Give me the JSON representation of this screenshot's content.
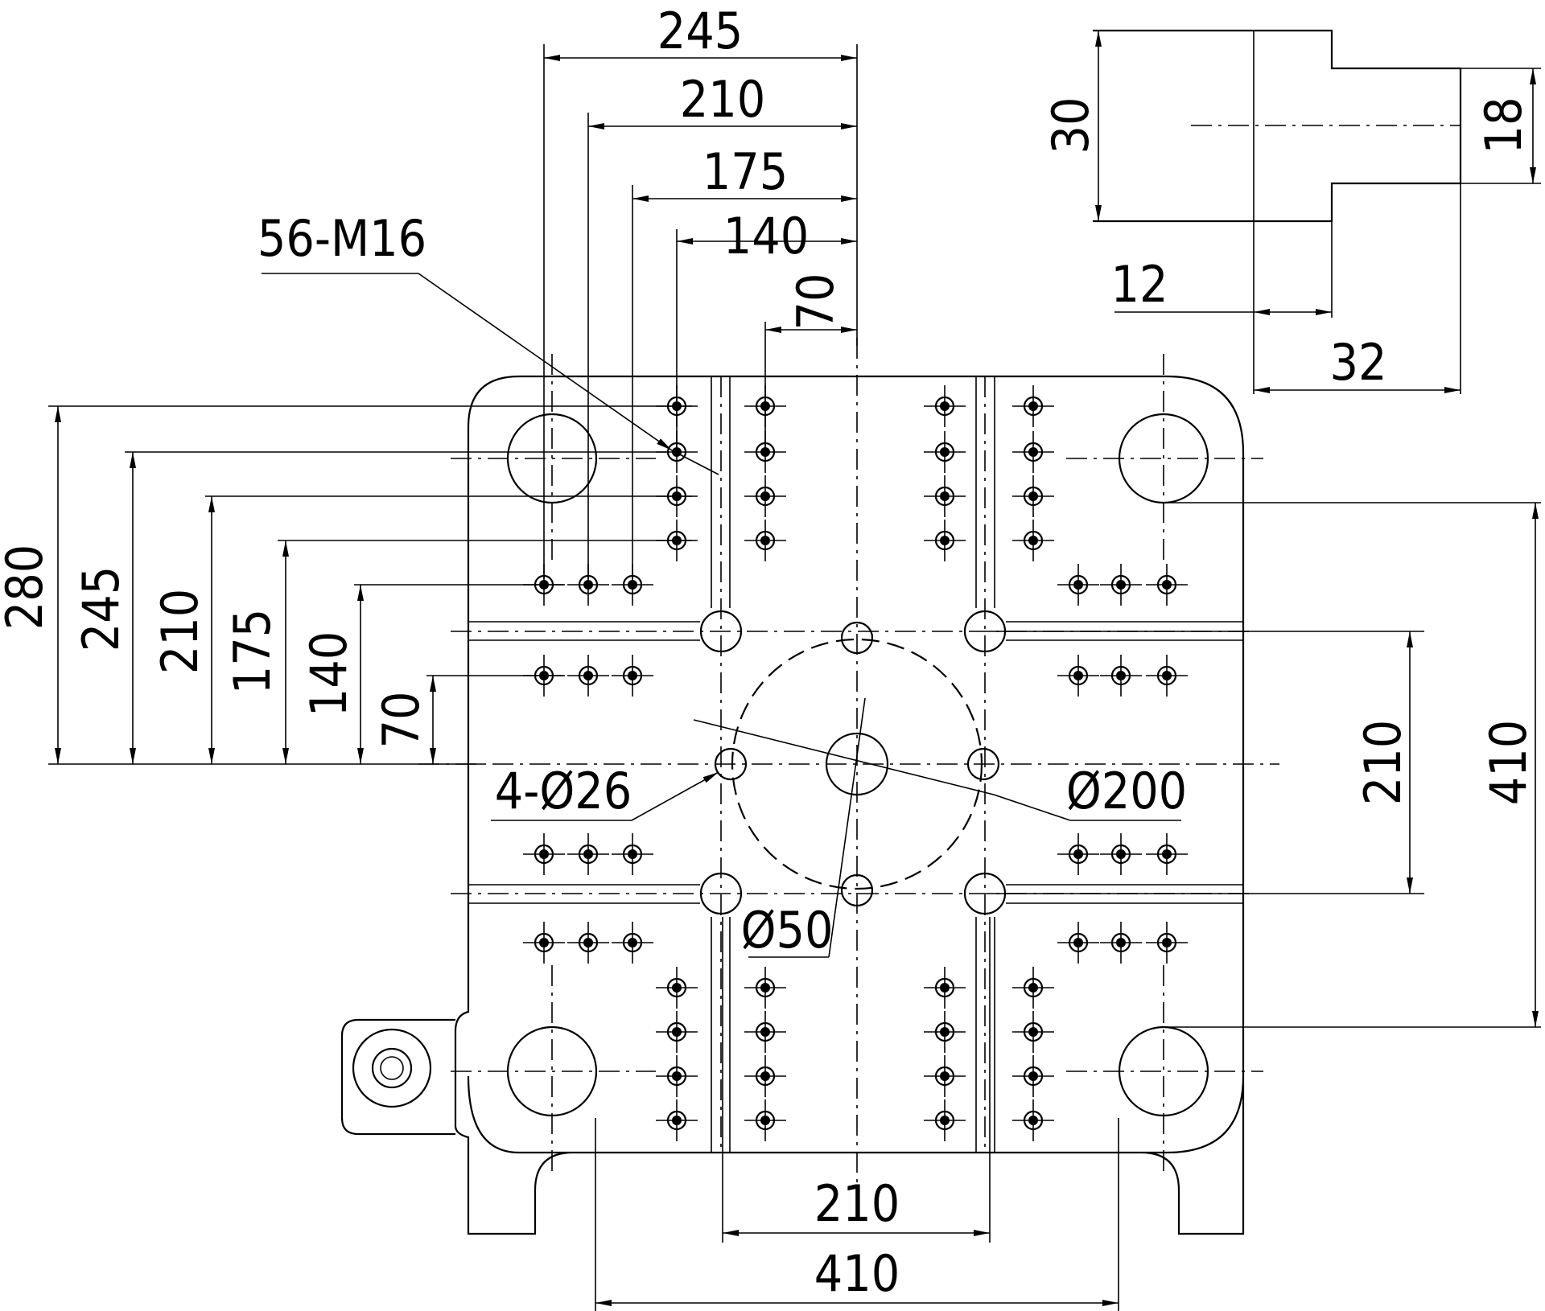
{
  "dimensions": {
    "top": [
      "245",
      "210",
      "175",
      "140",
      "70"
    ],
    "left": [
      "280",
      "245",
      "210",
      "175",
      "140",
      "70"
    ],
    "right_inner": "210",
    "right_outer": "410",
    "bottom_inner": "210",
    "bottom_outer": "410"
  },
  "callouts": {
    "tapped_holes": "56-M16",
    "ejector_holes": "4-Ø26",
    "bolt_circle": "Ø200",
    "center_hole": "Ø50"
  },
  "detail": {
    "height_total": "30",
    "height_inner": "18",
    "step_length": "12",
    "total_length": "32"
  }
}
